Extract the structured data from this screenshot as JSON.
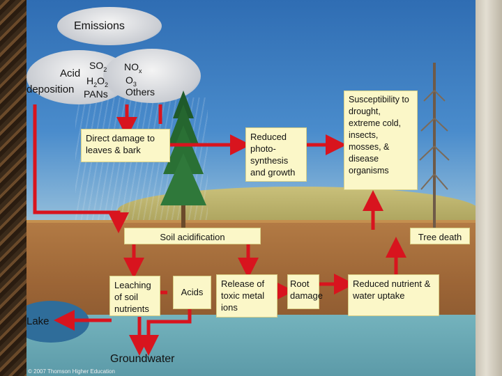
{
  "emissions": {
    "title": "Emissions",
    "acid": "Acid",
    "deposition": "deposition",
    "so": "SO",
    "so_sub": "2",
    "nox": "NO",
    "nox_sub": "x",
    "h2o2_a": "H",
    "h2o2_b": "2",
    "h2o2_c": "O",
    "h2o2_d": "2",
    "o3": "O",
    "o3_sub": "3",
    "pans": "PANs",
    "others": "Others"
  },
  "boxes": {
    "direct_damage": "Direct damage to leaves & bark",
    "reduced_photo": "Reduced photo-synthesis and growth",
    "susceptibility": "Susceptibility to drought, extreme cold, insects, mosses, & disease organisms",
    "soil_acid": "Soil acidification",
    "tree_death": "Tree death",
    "leaching": "Leaching of soil nutrients",
    "acids": "Acids",
    "release": "Release of toxic metal ions",
    "root": "Root damage",
    "reduced_nutrient": "Reduced nutrient & water uptake",
    "lake": "Lake",
    "groundwater": "Groundwater"
  },
  "credit": "© 2007 Thomson Higher Education",
  "colors": {
    "arrow": "#d8141e",
    "box_fill": "#fbf7c8"
  }
}
